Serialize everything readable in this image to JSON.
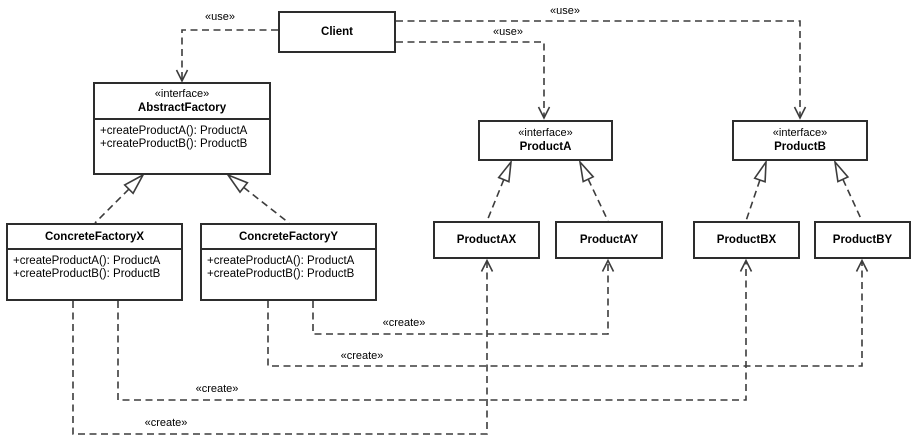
{
  "diagram": {
    "background": "#ffffff",
    "line_color": "#3c3c3c",
    "box_border_color": "#2d2d2d",
    "text_color": "#000000",
    "labels": {
      "use": "«use»",
      "create": "«create»"
    },
    "classes": {
      "client": {
        "name": "Client"
      },
      "abstract_factory": {
        "stereotype": "«interface»",
        "name": "AbstractFactory",
        "methods": [
          "+createProductA(): ProductA",
          "+createProductB(): ProductB"
        ]
      },
      "concrete_factory_x": {
        "name": "ConcreteFactoryX",
        "methods": [
          "+createProductA(): ProductA",
          "+createProductB(): ProductB"
        ]
      },
      "concrete_factory_y": {
        "name": "ConcreteFactoryY",
        "methods": [
          "+createProductA(): ProductA",
          "+createProductB(): ProductB"
        ]
      },
      "product_a": {
        "stereotype": "«interface»",
        "name": "ProductA"
      },
      "product_b": {
        "stereotype": "«interface»",
        "name": "ProductB"
      },
      "product_ax": {
        "name": "ProductAX"
      },
      "product_ay": {
        "name": "ProductAY"
      },
      "product_bx": {
        "name": "ProductBX"
      },
      "product_by": {
        "name": "ProductBY"
      }
    },
    "relationships": [
      {
        "from": "Client",
        "to": "AbstractFactory",
        "type": "dependency",
        "label": "«use»"
      },
      {
        "from": "Client",
        "to": "ProductA",
        "type": "dependency",
        "label": "«use»"
      },
      {
        "from": "Client",
        "to": "ProductB",
        "type": "dependency",
        "label": "«use»"
      },
      {
        "from": "ConcreteFactoryX",
        "to": "AbstractFactory",
        "type": "realization",
        "label": ""
      },
      {
        "from": "ConcreteFactoryY",
        "to": "AbstractFactory",
        "type": "realization",
        "label": ""
      },
      {
        "from": "ProductAX",
        "to": "ProductA",
        "type": "realization",
        "label": ""
      },
      {
        "from": "ProductAY",
        "to": "ProductA",
        "type": "realization",
        "label": ""
      },
      {
        "from": "ProductBX",
        "to": "ProductB",
        "type": "realization",
        "label": ""
      },
      {
        "from": "ProductBY",
        "to": "ProductB",
        "type": "realization",
        "label": ""
      },
      {
        "from": "ConcreteFactoryX",
        "to": "ProductAX",
        "type": "dependency",
        "label": "«create»"
      },
      {
        "from": "ConcreteFactoryX",
        "to": "ProductBX",
        "type": "dependency",
        "label": "«create»"
      },
      {
        "from": "ConcreteFactoryY",
        "to": "ProductAY",
        "type": "dependency",
        "label": "«create»"
      },
      {
        "from": "ConcreteFactoryY",
        "to": "ProductBY",
        "type": "dependency",
        "label": "«create»"
      }
    ]
  }
}
